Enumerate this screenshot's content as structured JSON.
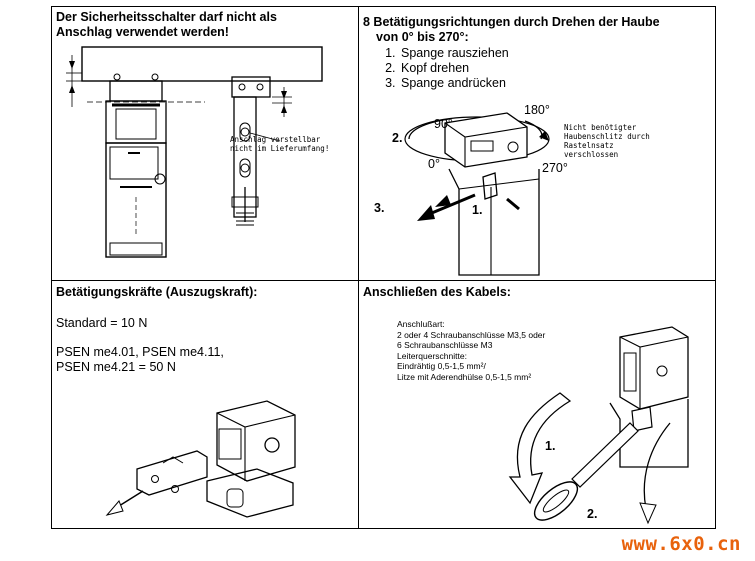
{
  "cells": {
    "top_left": {
      "title_line1": "Der Sicherheitsschalter darf nicht als",
      "title_line2": "Anschlag verwendet werden!",
      "callout_line1": "Anschlag verstellbar",
      "callout_line2": "nicht im Lieferumfang!"
    },
    "top_right": {
      "title_line1": "8 Betätigungsrichtungen durch Drehen der Haube",
      "title_line2": "von 0° bis 270°:",
      "steps": [
        "Spange rausziehen",
        "Kopf drehen",
        "Spange andrücken"
      ],
      "angles": [
        "90°",
        "180°",
        "0°",
        "270°"
      ],
      "note_lines": [
        "Nicht benötigter",
        "Haubenschlitz durch",
        "Rastelnsatz",
        "verschlossen"
      ],
      "step_markers": [
        "1.",
        "2.",
        "3."
      ]
    },
    "bottom_left": {
      "title": "Betätigungskräfte (Auszugskraft):",
      "standard": "Standard = 10 N",
      "models_line1": "PSEN me4.01, PSEN me4.11,",
      "models_line2": "PSEN me4.21 = 50 N"
    },
    "bottom_right": {
      "title": "Anschließen des Kabels:",
      "spec_lines": [
        "Anschlußart:",
        "2 oder 4 Schraubanschlüsse M3,5 oder",
        "6 Schraubanschlüsse M3",
        "Leiterquerschnitte:",
        "Eindrähtig 0,5-1,5 mm²/",
        "Litze mit Aderendhülse 0,5-1,5 mm²"
      ],
      "step_markers": [
        "1.",
        "2."
      ]
    }
  },
  "watermark": {
    "text": "www.6x0.cn",
    "color": "#e8620c"
  }
}
